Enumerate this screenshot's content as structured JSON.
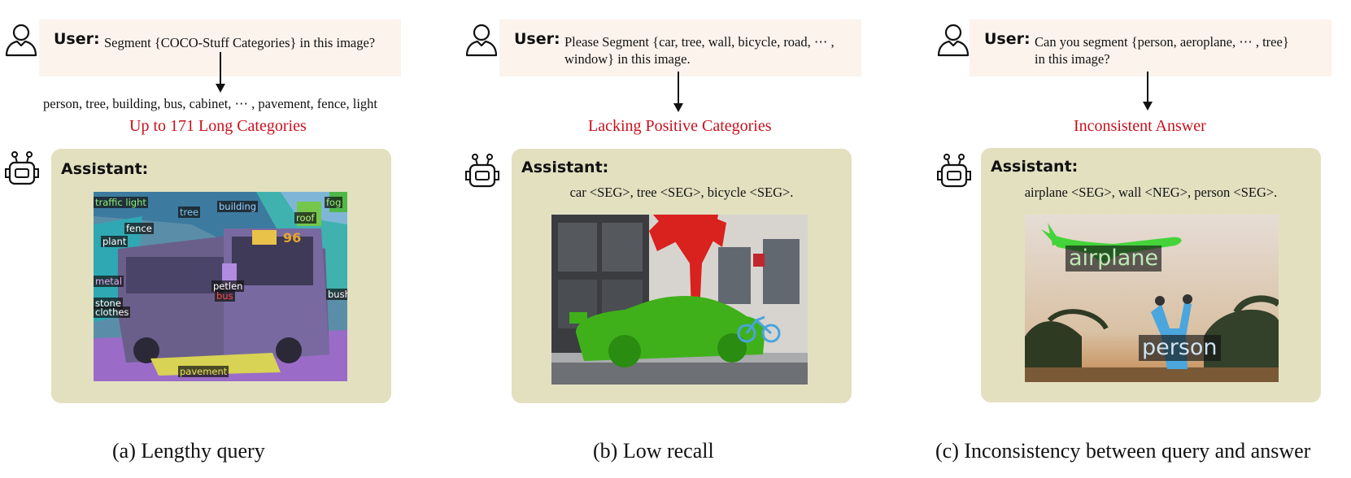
{
  "panels": [
    {
      "user_label": "User:",
      "query": "Segment {COCO-Stuff Categories} in this image?",
      "expanded_categories": "person, tree, building, bus, cabinet, ⋯ , pavement, fence, light",
      "issue": "Up to 171 Long Categories",
      "assistant_label": "Assistant:",
      "answer": "",
      "image_labels": [
        "traffic light",
        "tree",
        "building",
        "fog",
        "roof",
        "fence",
        "plant",
        "metal",
        "stone",
        "clothes",
        "petlen",
        "bus",
        "bush",
        "pavement"
      ],
      "bus_sign": "96",
      "caption": "(a) Lengthy query"
    },
    {
      "user_label": "User:",
      "query_line1": "Please Segment {car, tree, wall, bicycle, road, ⋯ ,",
      "query_line2": "window} in this image.",
      "issue": "Lacking Positive Categories",
      "assistant_label": "Assistant:",
      "answer": "car <SEG>, tree <SEG>, bicycle <SEG>.",
      "caption": "(b) Low recall"
    },
    {
      "user_label": "User:",
      "query_line1": "Can you  segment {person, aeroplane, ⋯ , tree}",
      "query_line2": "in this image?",
      "issue": "Inconsistent Answer",
      "assistant_label": "Assistant:",
      "answer": "airplane <SEG>, wall <NEG>, person <SEG>.",
      "image_labels": [
        "airplane",
        "person"
      ],
      "caption": "(c) Inconsistency between query and answer"
    }
  ],
  "colors": {
    "issue_red": "#c8101e",
    "user_box": "#fcf3ec",
    "assistant_box": "#e3e0c0"
  }
}
